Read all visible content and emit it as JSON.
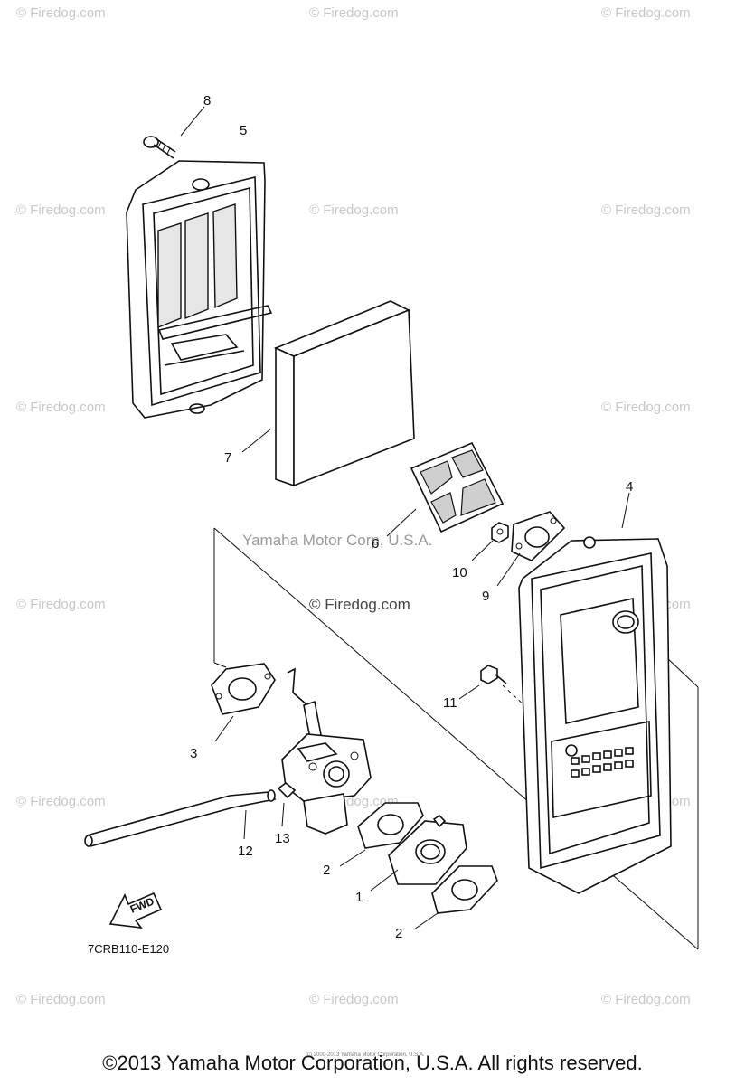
{
  "watermarks": {
    "firedog": "© Firedog.com",
    "center": "© Firedog.com",
    "yamaha": "Yamaha Motor Corp, U.S.A."
  },
  "callouts": {
    "p1": "1",
    "p2a": "2",
    "p2b": "2",
    "p3": "3",
    "p4": "4",
    "p5": "5",
    "p6": "6",
    "p7": "7",
    "p8": "8",
    "p9": "9",
    "p10": "10",
    "p11": "11",
    "p12": "12",
    "p13": "13"
  },
  "fwd_label": "FWD",
  "diagram_code": "7CRB110-E120",
  "tiny_copyright": "(c) 2000-2013 Yamaha Motor Corporation, U.S.A.",
  "copyright": "©2013 Yamaha Motor Corporation, U.S.A. All rights reserved."
}
